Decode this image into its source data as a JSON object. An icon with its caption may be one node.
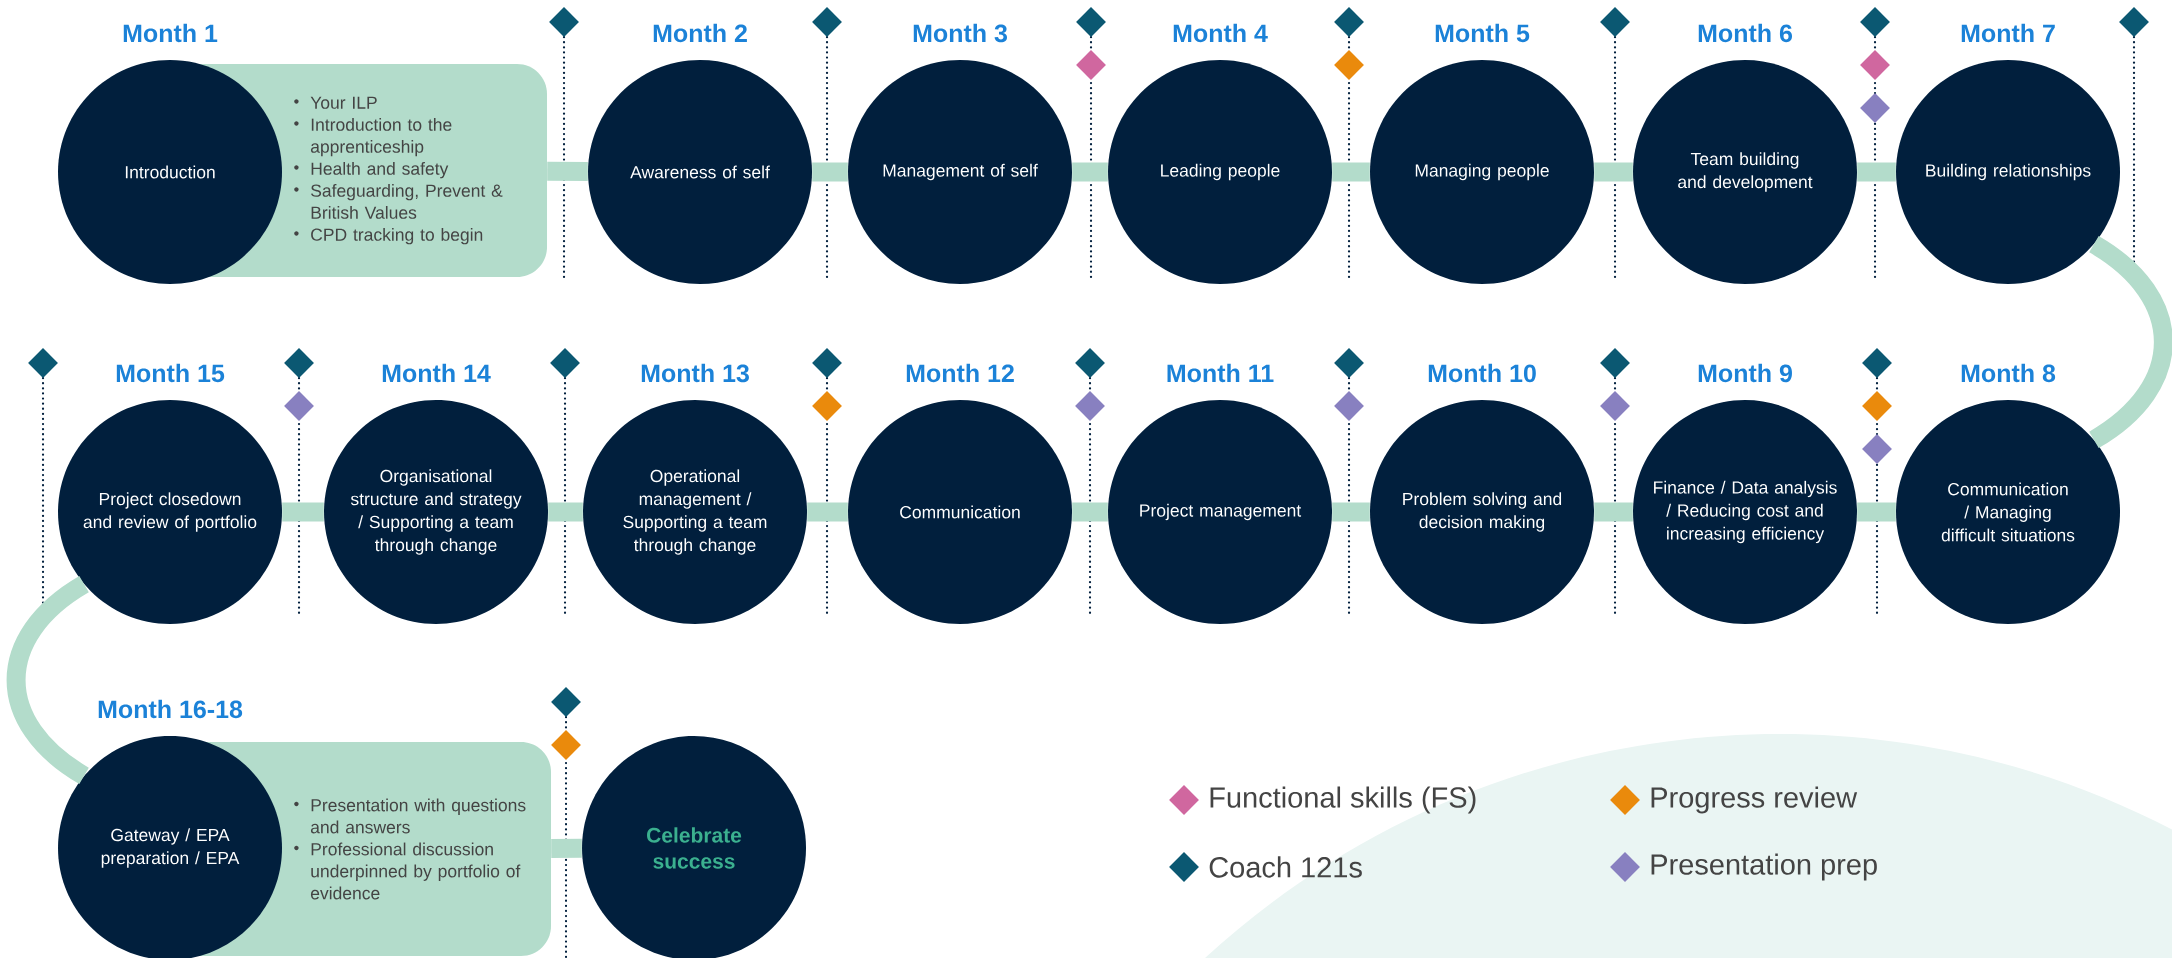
{
  "diagram": {
    "nodes": [
      {
        "text": [
          "Introduction"
        ],
        "beside": [
          "Month 1"
        ]
      },
      {
        "text": [
          "Your ILP",
          "Introduction to the apprenticeship",
          "Health and safety",
          "Safeguarding, Prevent & British Values",
          "CPD tracking to begin"
        ]
      },
      {
        "text": [
          "Awareness of self"
        ],
        "beside": [
          "Month 2"
        ]
      },
      {
        "text": [
          "Management of self"
        ],
        "beside": [
          "Month 3"
        ]
      },
      {
        "text": [
          "Leading people"
        ],
        "beside": [
          "Month 4"
        ]
      },
      {
        "text": [
          "Managing people"
        ],
        "beside": [
          "Month 5"
        ]
      },
      {
        "text": [
          "Team building and development"
        ],
        "beside": [
          "Month 6"
        ]
      },
      {
        "text": [
          "Building relationships"
        ],
        "beside": [
          "Month 7"
        ]
      },
      {
        "text": [
          "Communication / Managing difficult situations"
        ],
        "beside": [
          "Month 8"
        ]
      },
      {
        "text": [
          "Finance / Data analysis / Reducing cost and increasing efficiency"
        ],
        "beside": [
          "Month 9"
        ]
      },
      {
        "text": [
          "Problem solving and decision making"
        ],
        "beside": [
          "Month 10"
        ]
      },
      {
        "text": [
          "Project management"
        ],
        "beside": [
          "Month 11"
        ]
      },
      {
        "text": [
          "Communication"
        ],
        "beside": [
          "Month 12"
        ]
      },
      {
        "text": [
          "Operational management / Supporting a team through change"
        ],
        "beside": [
          "Month 13"
        ]
      },
      {
        "text": [
          "Organisational structure and strategy / Supporting a team through change"
        ],
        "beside": [
          "Month 14"
        ]
      },
      {
        "text": [
          "Project closedown and review of portfolio"
        ],
        "beside": [
          "Month 15"
        ]
      },
      {
        "text": [
          "Gateway / EPA preparation / EPA"
        ],
        "beside": [
          "Month 16-18"
        ]
      },
      {
        "text": [
          "Presentation with questions and answers",
          "Professional discussion underpinned by portfolio of evidence"
        ]
      },
      {
        "text": [
          "Celebrate success"
        ]
      }
    ],
    "edges": [
      {
        "from": 1,
        "to": 2,
        "arrow": "none"
      },
      {
        "from": 2,
        "to": 3,
        "arrow": "none"
      },
      {
        "from": 3,
        "to": 4,
        "arrow": "none"
      },
      {
        "from": 4,
        "to": 5,
        "arrow": "none"
      },
      {
        "from": 5,
        "to": 6,
        "arrow": "none"
      },
      {
        "from": 6,
        "to": 7,
        "arrow": "none"
      },
      {
        "from": 7,
        "to": 8,
        "arrow": "none"
      },
      {
        "from": 8,
        "to": 9,
        "arrow": "none"
      },
      {
        "from": 9,
        "to": 10,
        "arrow": "none"
      },
      {
        "from": 10,
        "to": 11,
        "arrow": "none"
      },
      {
        "from": 11,
        "to": 12,
        "arrow": "none"
      },
      {
        "from": 12,
        "to": 13,
        "arrow": "none"
      },
      {
        "from": 13,
        "to": 14,
        "arrow": "none"
      },
      {
        "from": 14,
        "to": 15,
        "arrow": "none"
      },
      {
        "from": 15,
        "to": 16,
        "arrow": "none"
      },
      {
        "from": 17,
        "to": 18,
        "arrow": "none"
      }
    ],
    "legend": [
      {
        "text": "Functional skills (FS)",
        "color": "#d0679f"
      },
      {
        "text": "Progress review",
        "color": "#ea8a0c"
      },
      {
        "text": "Coach 121s",
        "color": "#0b5872"
      },
      {
        "text": "Presentation prep",
        "color": "#8880c0"
      }
    ]
  }
}
